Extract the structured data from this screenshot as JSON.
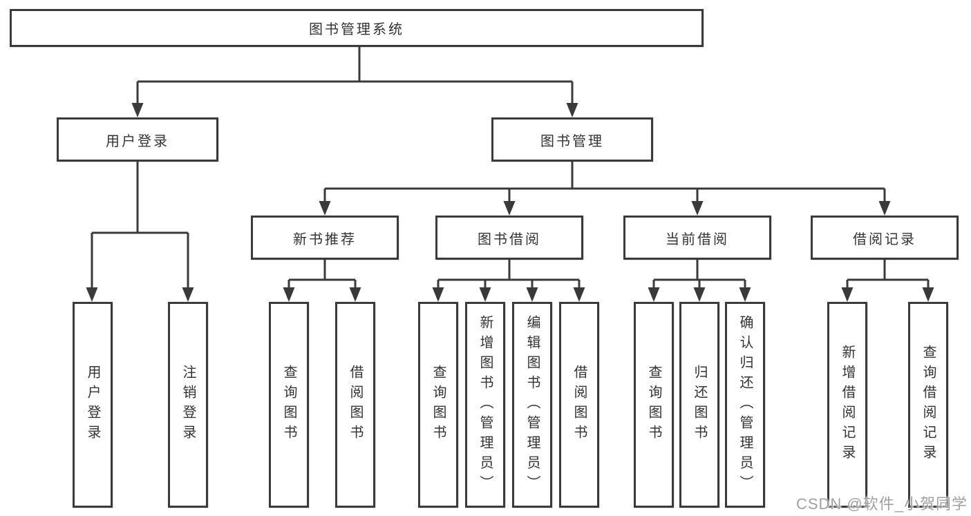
{
  "watermark": "CSDN @软件_小贺同学",
  "tree": {
    "root": {
      "label": "图书管理系统"
    },
    "level2": [
      {
        "label": "用户登录",
        "children": [
          {
            "label": "用户登录"
          },
          {
            "label": "注销登录"
          }
        ]
      },
      {
        "label": "图书管理",
        "children": [
          {
            "label": "新书推荐",
            "children": [
              {
                "label": "查询图书"
              },
              {
                "label": "借阅图书"
              }
            ]
          },
          {
            "label": "图书借阅",
            "children": [
              {
                "label": "查询图书"
              },
              {
                "label": "新增图书（管理员）"
              },
              {
                "label": "编辑图书（管理员）"
              },
              {
                "label": "借阅图书"
              }
            ]
          },
          {
            "label": "当前借阅",
            "children": [
              {
                "label": "查询图书"
              },
              {
                "label": "归还图书"
              },
              {
                "label": "确认归还（管理员）"
              }
            ]
          },
          {
            "label": "借阅记录",
            "children": [
              {
                "label": "新增借阅记录"
              },
              {
                "label": "查询借阅记录"
              }
            ]
          }
        ]
      }
    ]
  },
  "colors": {
    "line": "#3a3a3a",
    "text": "#333333",
    "watermark": "#a0a0a0",
    "background": "#ffffff"
  }
}
